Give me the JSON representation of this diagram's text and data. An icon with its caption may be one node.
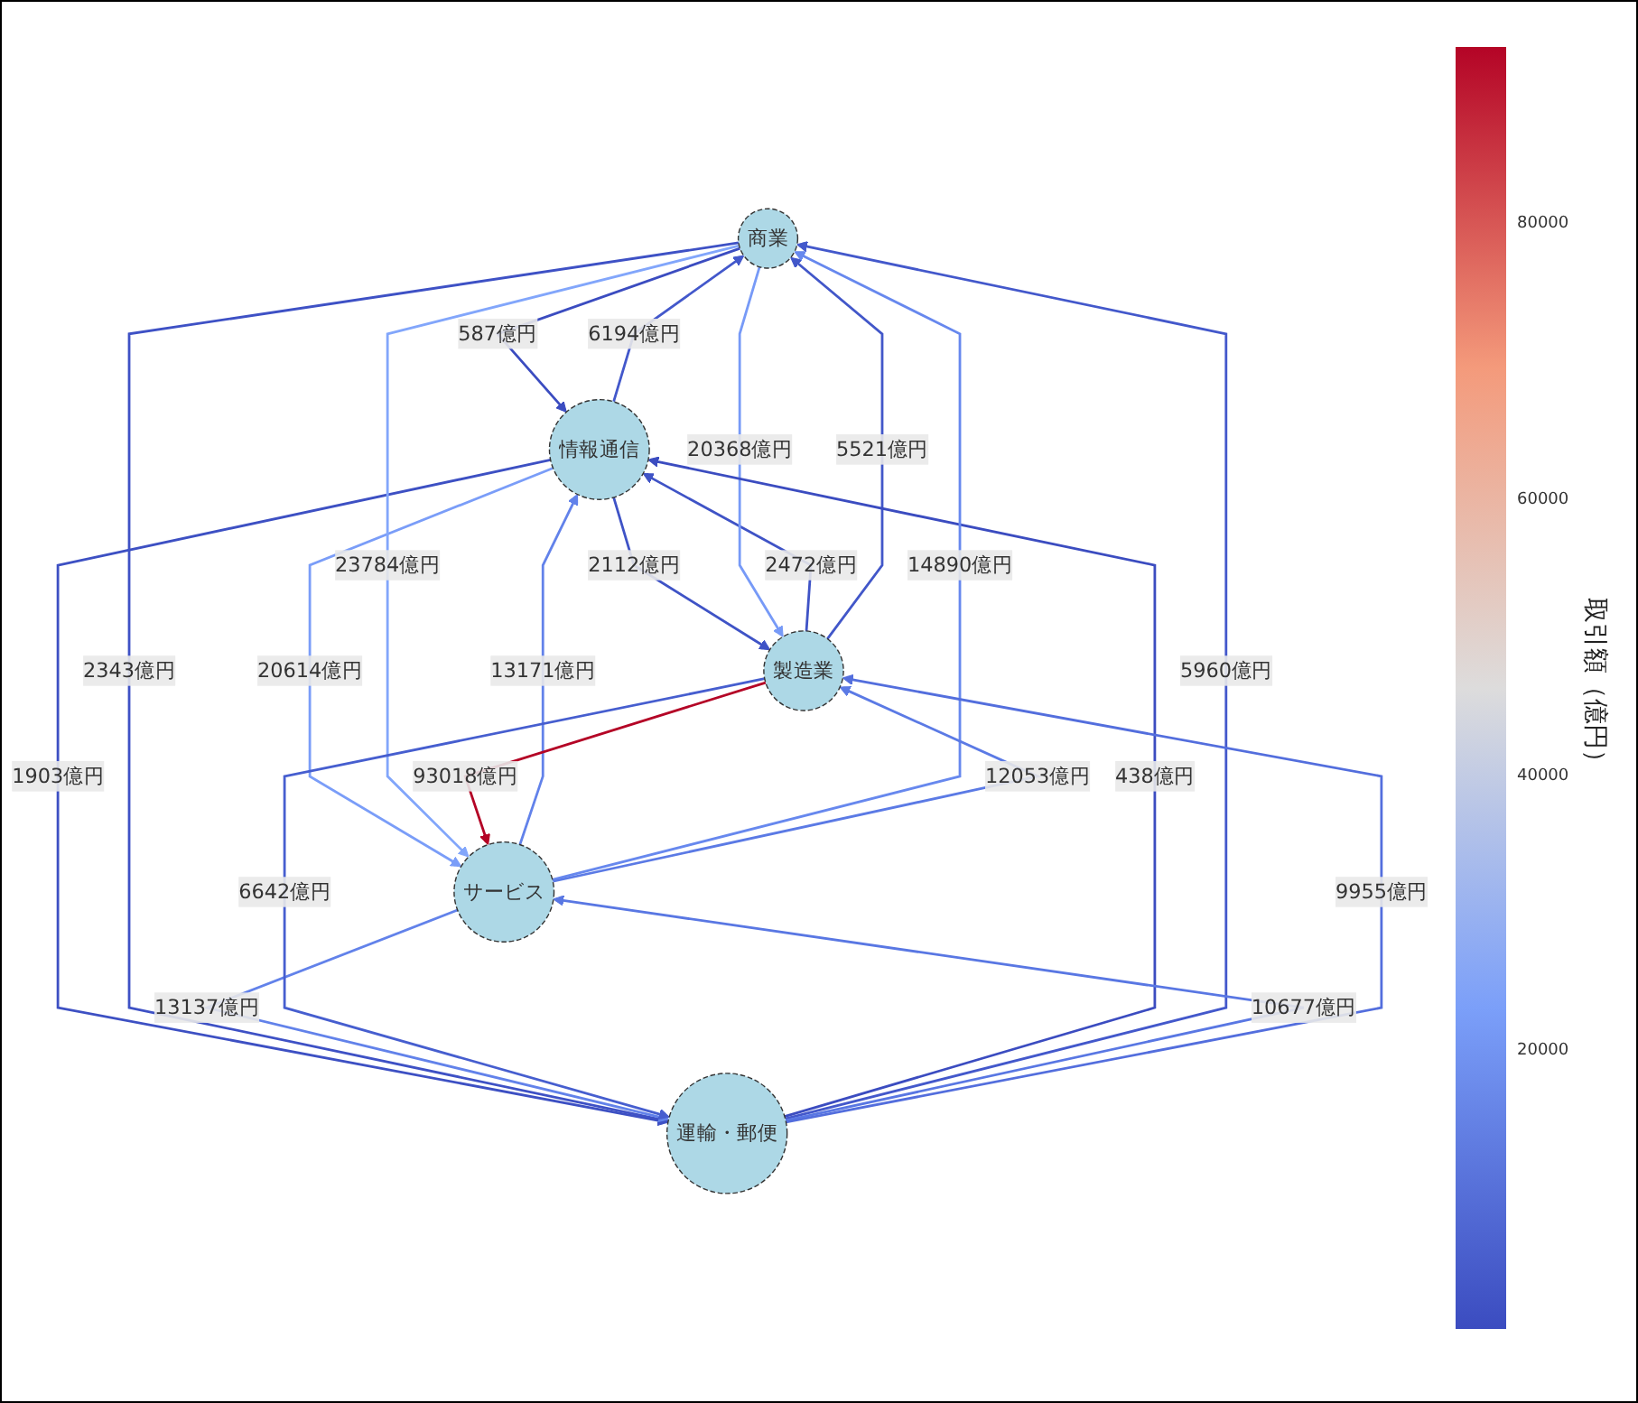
{
  "diagram": {
    "nodes": [
      {
        "text": [
          "商業"
        ]
      },
      {
        "text": [
          "情報通信"
        ]
      },
      {
        "text": [
          "サービス"
        ]
      },
      {
        "text": [
          "製造業"
        ]
      },
      {
        "text": [
          "運輸・郵便"
        ]
      }
    ],
    "edges": [
      {
        "from": 1,
        "to": 0,
        "arrow": "to",
        "label": "6194億円",
        "color": "#4358cb"
      },
      {
        "from": 0,
        "to": 1,
        "arrow": "to",
        "label": "587億円",
        "color": "#3b4cc0"
      },
      {
        "from": 3,
        "to": 1,
        "arrow": "to",
        "label": "2472億円",
        "color": "#3f53c6"
      },
      {
        "from": 1,
        "to": 3,
        "arrow": "to",
        "label": "2112億円",
        "color": "#3f53c6"
      },
      {
        "from": 1,
        "to": 2,
        "arrow": "to",
        "label": "20614億円",
        "color": "#7a9df8"
      },
      {
        "from": 2,
        "to": 1,
        "arrow": "to",
        "label": "13171億円",
        "color": "#6282ea"
      },
      {
        "from": 3,
        "to": 0,
        "arrow": "to",
        "label": "5521億円",
        "color": "#4257c9"
      },
      {
        "from": 0,
        "to": 3,
        "arrow": "to",
        "label": "20368億円",
        "color": "#779af7"
      },
      {
        "from": 1,
        "to": 4,
        "arrow": "to",
        "label": "1903億円",
        "color": "#3d50c3"
      },
      {
        "from": 4,
        "to": 1,
        "arrow": "to",
        "label": "438億円",
        "color": "#3b4cc0"
      },
      {
        "from": 0,
        "to": 4,
        "arrow": "to",
        "label": "2343億円",
        "color": "#3e51c5"
      },
      {
        "from": 4,
        "to": 0,
        "arrow": "to",
        "label": "5960億円",
        "color": "#4358cb"
      },
      {
        "from": 0,
        "to": 2,
        "arrow": "to",
        "label": "23784億円",
        "color": "#82a6fb"
      },
      {
        "from": 2,
        "to": 0,
        "arrow": "to",
        "label": "14890億円",
        "color": "#6788ee"
      },
      {
        "from": 2,
        "to": 3,
        "arrow": "to",
        "label": "12053億円",
        "color": "#5b7ae5"
      },
      {
        "from": 3,
        "to": 2,
        "arrow": "to",
        "label": "93018億円",
        "color": "#b40426"
      },
      {
        "from": 4,
        "to": 2,
        "arrow": "to",
        "label": "10677億円",
        "color": "#5977e3"
      },
      {
        "from": 2,
        "to": 4,
        "arrow": "to",
        "label": "13137億円",
        "color": "#6282ea"
      },
      {
        "from": 3,
        "to": 4,
        "arrow": "to",
        "label": "6642億円",
        "color": "#465ecf"
      },
      {
        "from": 4,
        "to": 3,
        "arrow": "to",
        "label": "9955億円",
        "color": "#536edd"
      }
    ],
    "labels": [
      "80000",
      "60000",
      "40000",
      "20000",
      "取引額（億円）"
    ]
  }
}
